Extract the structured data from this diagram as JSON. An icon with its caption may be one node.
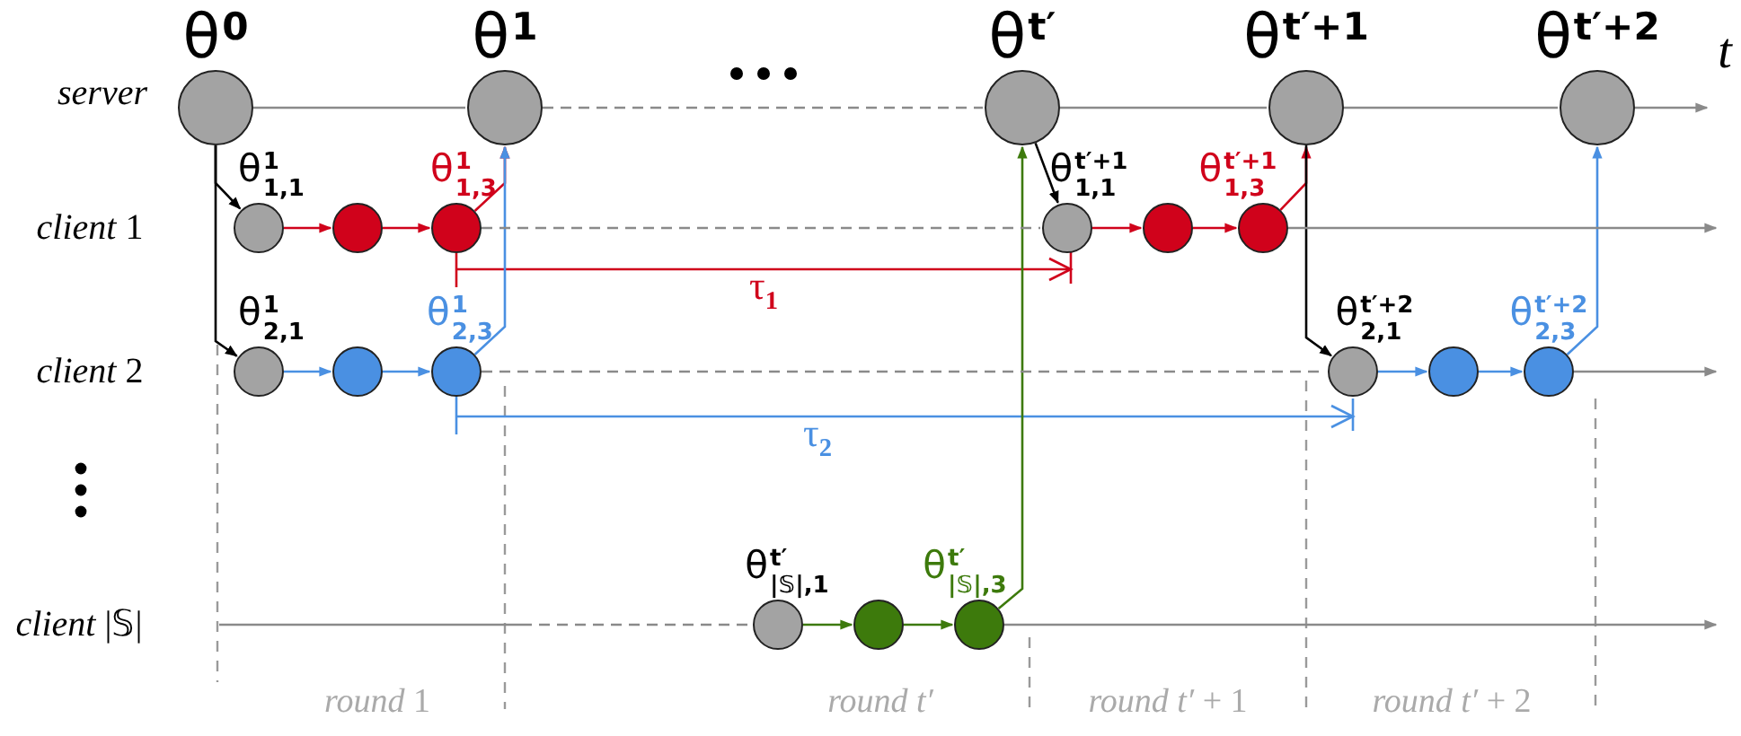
{
  "diagram": {
    "nodes": [
      {
        "text": [
          "θ$^{0}$"
        ]
      },
      {
        "text": [
          "θ$^{1}$"
        ]
      },
      {
        "text": [
          "θ$^{t′}$"
        ]
      },
      {
        "text": [
          "θ$^{t′+1}$"
        ]
      },
      {
        "text": [
          "θ$^{t′+2}$"
        ]
      },
      {
        "text": [
          "θ$^{1}$$_{1,1}$"
        ]
      },
      {
        "text": [],
        "shape": "circle"
      },
      {
        "text": [
          "θ$^{1}$$_{1,3}$"
        ]
      },
      {
        "text": [
          "θ$^{1}$$_{2,1}$"
        ]
      },
      {
        "text": [],
        "shape": "circle"
      },
      {
        "text": [
          "θ$^{1}$$_{2,3}$"
        ]
      },
      {
        "text": [
          "θ$^{t′}$$_{|𝕊|,1}$"
        ]
      },
      {
        "text": [],
        "shape": "circle"
      },
      {
        "text": [
          "θ$^{t′}$$_{|𝕊|,3}$"
        ]
      },
      {
        "text": [
          "θ$^{t′+1}$$_{1,1}$"
        ]
      },
      {
        "text": [],
        "shape": "circle"
      },
      {
        "text": [
          "θ$^{t′+1}$$_{1,3}$"
        ]
      },
      {
        "text": [
          "θ$^{t′+2}$$_{2,1}$"
        ]
      },
      {
        "text": [],
        "shape": "circle"
      },
      {
        "text": [
          "θ$^{t′+2}$$_{2,3}$"
        ]
      }
    ],
    "edges": [
      {
        "from": 0,
        "to": 5,
        "arrow": "to",
        "color": "#000000"
      },
      {
        "from": 0,
        "to": 8,
        "arrow": "to",
        "color": "#000000"
      },
      {
        "from": 5,
        "to": 6,
        "arrow": "to",
        "color": "#d0021b"
      },
      {
        "from": 6,
        "to": 7,
        "arrow": "to",
        "color": "#d0021b"
      },
      {
        "from": 7,
        "to": 1,
        "arrow": "to",
        "color": "#d0021b"
      },
      {
        "from": 8,
        "to": 9,
        "arrow": "to",
        "color": "#4a90e2"
      },
      {
        "from": 9,
        "to": 10,
        "arrow": "to",
        "color": "#4a90e2"
      },
      {
        "from": 10,
        "to": 1,
        "arrow": "to",
        "color": "#4a90e2"
      },
      {
        "from": 11,
        "to": 12,
        "arrow": "to",
        "color": "#3d7a0c"
      },
      {
        "from": 12,
        "to": 13,
        "arrow": "to",
        "color": "#3d7a0c"
      },
      {
        "from": 13,
        "to": 2,
        "arrow": "to",
        "color": "#3d7a0c"
      },
      {
        "from": 2,
        "to": 14,
        "arrow": "to",
        "color": "#000000"
      },
      {
        "from": 14,
        "to": 15,
        "arrow": "to",
        "color": "#d0021b"
      },
      {
        "from": 15,
        "to": 16,
        "arrow": "to",
        "color": "#d0021b"
      },
      {
        "from": 16,
        "to": 3,
        "arrow": "to",
        "color": "#d0021b"
      },
      {
        "from": 3,
        "to": 17,
        "arrow": "to",
        "color": "#000000"
      },
      {
        "from": 17,
        "to": 18,
        "arrow": "to",
        "color": "#4a90e2"
      },
      {
        "from": 18,
        "to": 19,
        "arrow": "to",
        "color": "#4a90e2"
      },
      {
        "from": 19,
        "to": 4,
        "arrow": "to",
        "color": "#4a90e2"
      },
      {
        "from": 0,
        "to": 1,
        "arrow": "none",
        "color": "#8a8a8a"
      },
      {
        "from": 1,
        "to": 2,
        "arrow": "none",
        "style": "dashed",
        "color": "#8a8a8a"
      },
      {
        "from": 2,
        "to": 3,
        "arrow": "none",
        "color": "#8a8a8a"
      },
      {
        "from": 3,
        "to": 4,
        "arrow": "none",
        "color": "#8a8a8a"
      },
      {
        "from": 4,
        "to": null,
        "arrow": "to",
        "color": "#8a8a8a"
      },
      {
        "from": 7,
        "to": 14,
        "arrow": "none",
        "style": "dashed",
        "color": "#8a8a8a"
      },
      {
        "from": 16,
        "to": null,
        "arrow": "to",
        "color": "#8a8a8a"
      },
      {
        "from": 10,
        "to": 17,
        "arrow": "none",
        "style": "dashed",
        "color": "#8a8a8a"
      },
      {
        "from": 19,
        "to": null,
        "arrow": "to",
        "color": "#8a8a8a"
      },
      {
        "from": null,
        "to": 11,
        "arrow": "none",
        "style": "dashed",
        "color": "#8a8a8a"
      },
      {
        "from": 13,
        "to": null,
        "arrow": "to",
        "color": "#8a8a8a"
      }
    ],
    "labels": [
      "server",
      "*client* 1",
      "*client* 2",
      "*client* |𝕊|",
      "t",
      "τ$_{1}$",
      "τ$_{2}$",
      "*round* 1",
      "*round t′*",
      "*round t′* + 1",
      "*round t′* + 2"
    ]
  }
}
